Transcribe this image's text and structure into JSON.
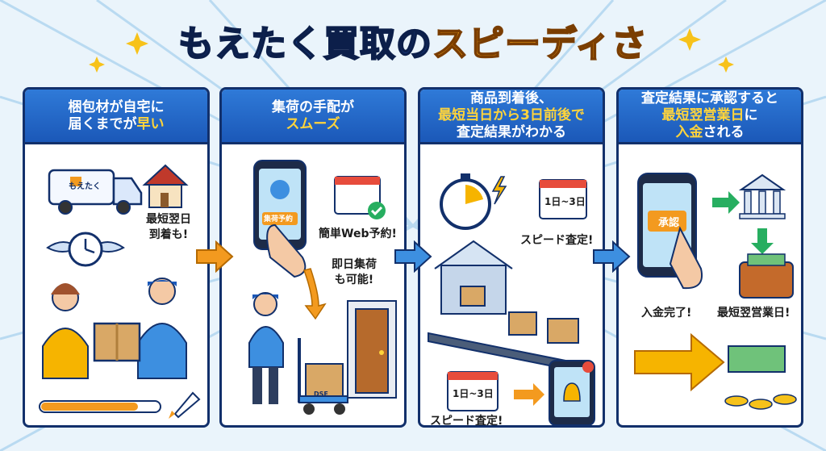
{
  "title": {
    "part1": "もえたく買取の",
    "part2": "スピーディさ"
  },
  "panels": [
    {
      "head": {
        "line1": "梱包材が自宅に",
        "line2_pre": "届くまでが",
        "line2_hl": "早い"
      },
      "labels": {
        "van": "もえたく",
        "arrive1": "最短翌日",
        "arrive2": "到着も!"
      }
    },
    {
      "head": {
        "line1": "集荷の手配が",
        "line2_hl": "スムーズ"
      },
      "labels": {
        "phone_btn": "集荷予約",
        "web": "簡単Web予約!",
        "same1": "即日集荷",
        "same2": "も可能!",
        "cart_box": "DSE"
      }
    },
    {
      "head": {
        "line1": "商品到着後、",
        "line2_hl": "最短当日から3日前後で",
        "line3": "査定結果がわかる"
      },
      "labels": {
        "cal_top": "1日~3日",
        "speed_top": "スピード査定!",
        "cal_bottom": "1日~3日",
        "speed_bottom": "スピード査定!"
      }
    },
    {
      "head": {
        "line1": "査定結果に承認すると",
        "line2_hl": "最短翌営業日",
        "line2_post": "に",
        "line3_hl": "入金",
        "line3_post": "される"
      },
      "labels": {
        "approve": "承認",
        "done": "入金完了!",
        "next_day": "最短翌営業日!"
      }
    }
  ],
  "colors": {
    "navy": "#12306b",
    "blue": "#1b58b8",
    "yellow": "#ffd43b",
    "orange": "#f39a1f"
  }
}
